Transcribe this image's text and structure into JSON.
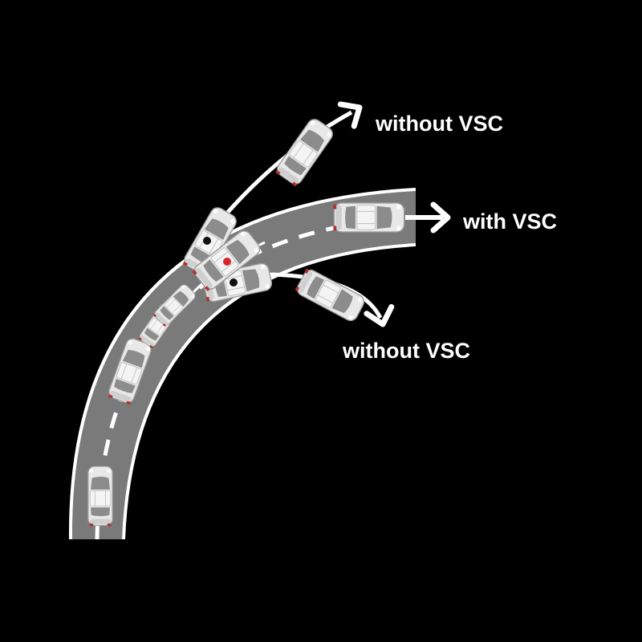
{
  "labels": {
    "without_vsc_top": "without VSC",
    "with_vsc": "with VSC",
    "without_vsc_bottom": "without VSC"
  },
  "icons": {
    "car": "car-icon",
    "arrow": "arrow-icon"
  },
  "colors": {
    "background": "#000000",
    "road": "#7a7a7a",
    "road_edge": "#ffffff",
    "center_line": "#ffffff",
    "arrow": "#ffffff",
    "car_body": "#e6e6e6",
    "sensor_dot_red": "#d9262c",
    "sensor_dot_black": "#111111"
  }
}
